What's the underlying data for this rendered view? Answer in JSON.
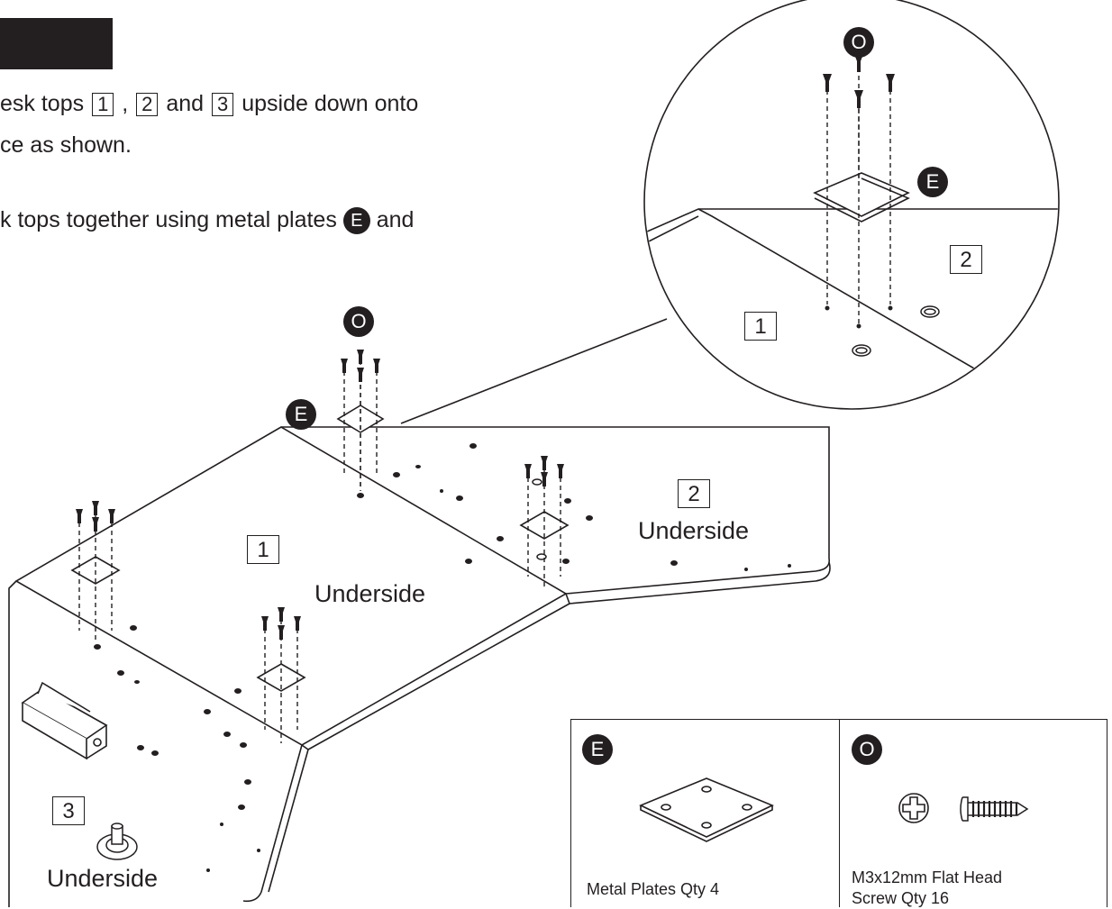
{
  "instructions": {
    "line1_a": "esk tops",
    "line1_ref1": "1",
    "line1_sep": ",",
    "line1_ref2": "2",
    "line1_and": "and",
    "line1_ref3": "3",
    "line1_b": "upside down onto",
    "line2": "ce as shown.",
    "line3_a": "k tops together using metal plates",
    "line3_badge": "E",
    "line3_b": "and"
  },
  "diagram": {
    "badge_screw": "O",
    "badge_plate": "E",
    "top1_ref": "1",
    "top2_ref": "2",
    "top3_ref": "3",
    "underside": "Underside",
    "zoom_ref1": "1",
    "zoom_ref2": "2"
  },
  "parts": [
    {
      "badge": "E",
      "caption": "Metal Plates Qty 4"
    },
    {
      "badge": "O",
      "caption_line1": "M3x12mm Flat Head",
      "caption_line2": "Screw Qty 16"
    }
  ],
  "colors": {
    "ink": "#231f20",
    "background": "#ffffff"
  }
}
